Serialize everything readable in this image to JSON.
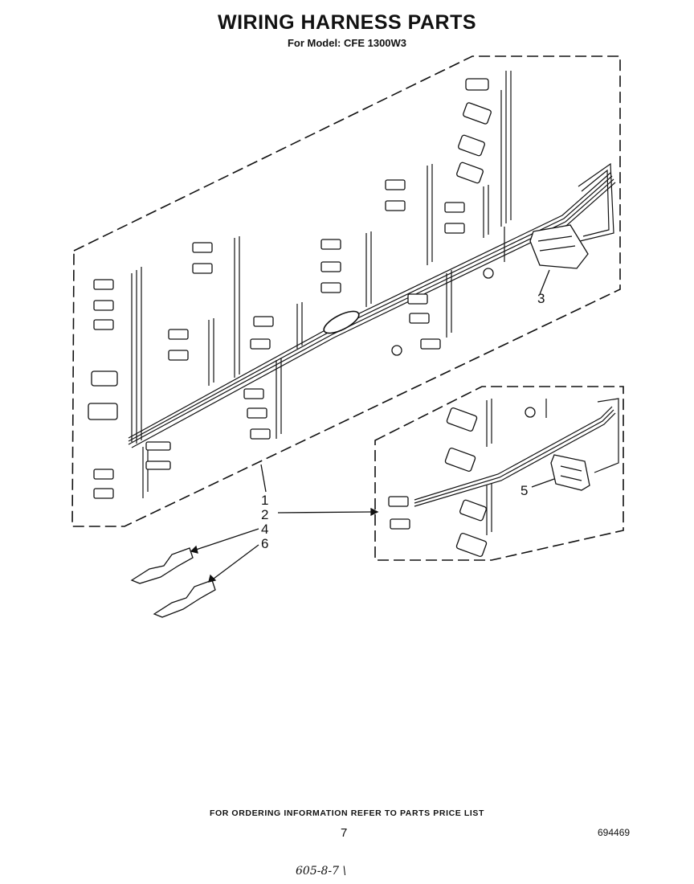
{
  "header": {
    "title": "WIRING HARNESS PARTS",
    "subtitle": "For Model: CFE 1300W3"
  },
  "callouts": {
    "c1": "1",
    "c2": "2",
    "c3": "3",
    "c4": "4",
    "c5": "5",
    "c6": "6"
  },
  "footer": {
    "ordering_note": "FOR ORDERING INFORMATION REFER TO PARTS PRICE LIST",
    "page_number": "7",
    "document_number": "694469",
    "handwritten_note": "605-8-7 \\"
  }
}
